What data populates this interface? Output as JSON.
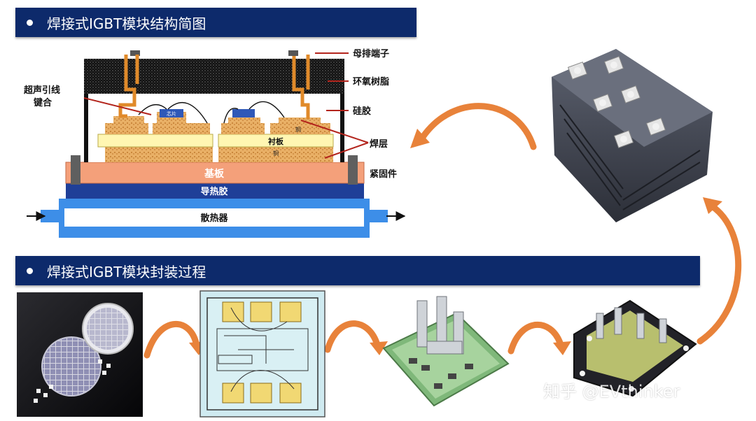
{
  "banners": {
    "structure_title": "焊接式IGBT模块结构简图",
    "process_title": "焊接式IGBT模块封装过程"
  },
  "diagram_labels": {
    "busbar_terminal": "母排端子",
    "epoxy": "环氧树脂",
    "silicone_gel": "硅胶",
    "ultrasonic_bond_line1": "超声引线",
    "ultrasonic_bond_line2": "键合",
    "solder_layer": "焊层",
    "fastener": "紧固件",
    "baseplate": "基板",
    "thermal_paste": "导热胶",
    "heatsink": "散热器",
    "substrate": "衬板",
    "copper_top": "铜",
    "copper_bottom": "铜",
    "chip": "芯片"
  },
  "process_steps": [
    "wafer",
    "dbc-layout",
    "soldered-substrate",
    "housing-assembly",
    "finished-module"
  ],
  "watermark": "知乎 @EVthinker",
  "colors": {
    "banner": "#0d2a6b",
    "arrow": "#e8823a",
    "baseplate": "#f4a07a",
    "thermal_paste": "#1f3f98",
    "heatsink": "#3d8ee8",
    "substrate": "#fff6b2",
    "solder": "#e8b266",
    "chip": "#2f58b8",
    "terminal": "#e08a2a"
  }
}
